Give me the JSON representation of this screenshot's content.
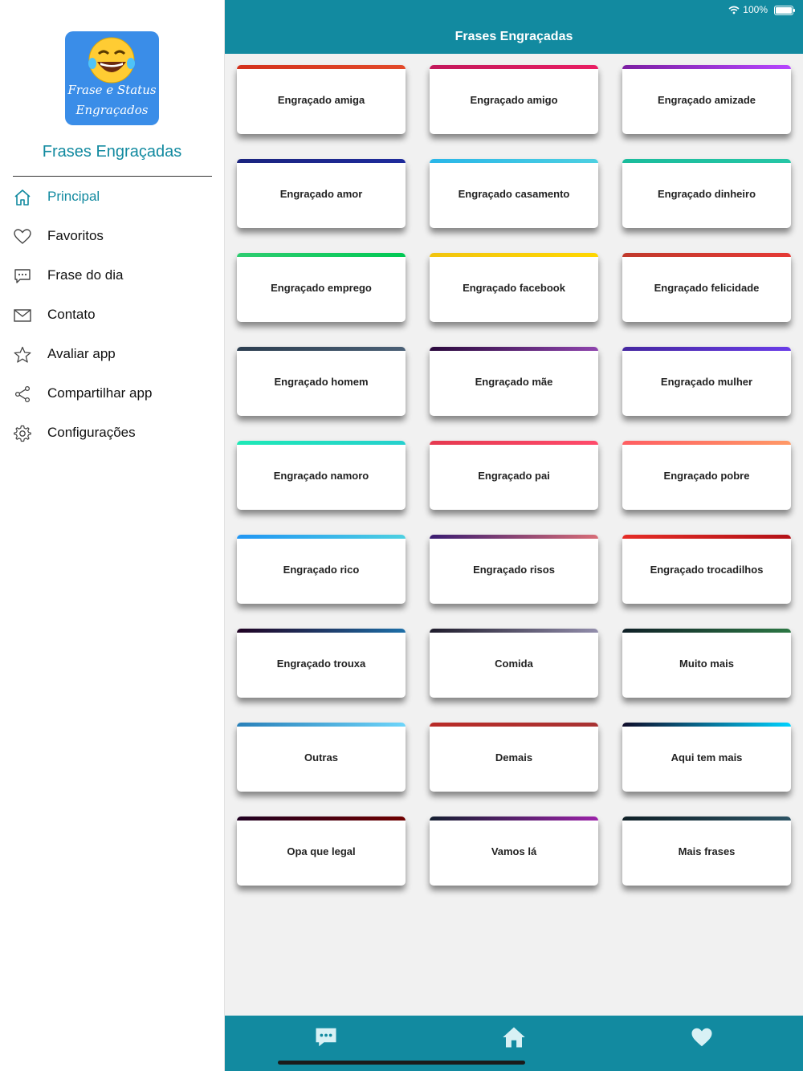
{
  "status": {
    "battery": "100%"
  },
  "sidebar": {
    "logo_lines": [
      "Frase e Status",
      "Engraçados"
    ],
    "app_name": "Frases Engraçadas",
    "items": [
      {
        "label": "Principal",
        "icon": "home-icon",
        "active": true
      },
      {
        "label": "Favoritos",
        "icon": "heart-icon"
      },
      {
        "label": "Frase do dia",
        "icon": "chat-icon"
      },
      {
        "label": "Contato",
        "icon": "mail-icon"
      },
      {
        "label": "Avaliar app",
        "icon": "star-icon"
      },
      {
        "label": "Compartilhar app",
        "icon": "share-icon"
      },
      {
        "label": "Configurações",
        "icon": "gear-icon"
      }
    ]
  },
  "header": {
    "title": "Frases Engraçadas"
  },
  "cards": [
    {
      "label": "Engraçado amiga",
      "bar": [
        "#d3311c",
        "#e24a2a"
      ]
    },
    {
      "label": "Engraçado amigo",
      "bar": [
        "#c2185b",
        "#e91e63"
      ]
    },
    {
      "label": "Engraçado amizade",
      "bar": [
        "#7b1fa2",
        "#b646ff"
      ]
    },
    {
      "label": "Engraçado amor",
      "bar": [
        "#1a237e",
        "#1e2b9c"
      ]
    },
    {
      "label": "Engraçado casamento",
      "bar": [
        "#29b6e8",
        "#4dd0e1"
      ]
    },
    {
      "label": "Engraçado dinheiro",
      "bar": [
        "#1abc9c",
        "#26c6a6"
      ]
    },
    {
      "label": "Engraçado emprego",
      "bar": [
        "#2ecc71",
        "#00c853"
      ]
    },
    {
      "label": "Engraçado facebook",
      "bar": [
        "#f1c40f",
        "#ffd600"
      ]
    },
    {
      "label": "Engraçado felicidade",
      "bar": [
        "#c0392b",
        "#e53935"
      ]
    },
    {
      "label": "Engraçado homem",
      "bar": [
        "#2c3e50",
        "#4b6076"
      ]
    },
    {
      "label": "Engraçado mãe",
      "bar": [
        "#2b0a3d",
        "#8e44ad"
      ]
    },
    {
      "label": "Engraçado mulher",
      "bar": [
        "#4527a0",
        "#6a3de8"
      ]
    },
    {
      "label": "Engraçado namoro",
      "bar": [
        "#1de9b6",
        "#26d0ce"
      ]
    },
    {
      "label": "Engraçado pai",
      "bar": [
        "#e53950",
        "#ff4b6b"
      ]
    },
    {
      "label": "Engraçado pobre",
      "bar": [
        "#ff5e62",
        "#ff9966"
      ]
    },
    {
      "label": "Engraçado rico",
      "bar": [
        "#2196f3",
        "#4dd0e1"
      ]
    },
    {
      "label": "Engraçado risos",
      "bar": [
        "#3a1c71",
        "#d76d77"
      ]
    },
    {
      "label": "Engraçado trocadilhos",
      "bar": [
        "#e52d27",
        "#b31217"
      ]
    },
    {
      "label": "Engraçado trouxa",
      "bar": [
        "#200122",
        "#1e6fa8"
      ]
    },
    {
      "label": "Comida",
      "bar": [
        "#1f1c2c",
        "#928dab"
      ]
    },
    {
      "label": "Muito mais",
      "bar": [
        "#0f2027",
        "#2c7744"
      ]
    },
    {
      "label": "Outras",
      "bar": [
        "#2980b9",
        "#6dd5fa"
      ]
    },
    {
      "label": "Demais",
      "bar": [
        "#b92b27",
        "#a83232"
      ]
    },
    {
      "label": "Aqui tem mais",
      "bar": [
        "#0f0c29",
        "#00d2ff"
      ]
    },
    {
      "label": "Opa que legal",
      "bar": [
        "#200122",
        "#6f0000"
      ]
    },
    {
      "label": "Vamos lá",
      "bar": [
        "#141e30",
        "#9b22a8"
      ]
    },
    {
      "label": "Mais frases",
      "bar": [
        "#0f2027",
        "#2c5364"
      ]
    }
  ],
  "tabbar": [
    {
      "icon": "chat-icon"
    },
    {
      "icon": "home-icon"
    },
    {
      "icon": "heart-icon"
    }
  ],
  "colors": {
    "accent": "#128aa0",
    "bg": "#f1f1f1"
  }
}
